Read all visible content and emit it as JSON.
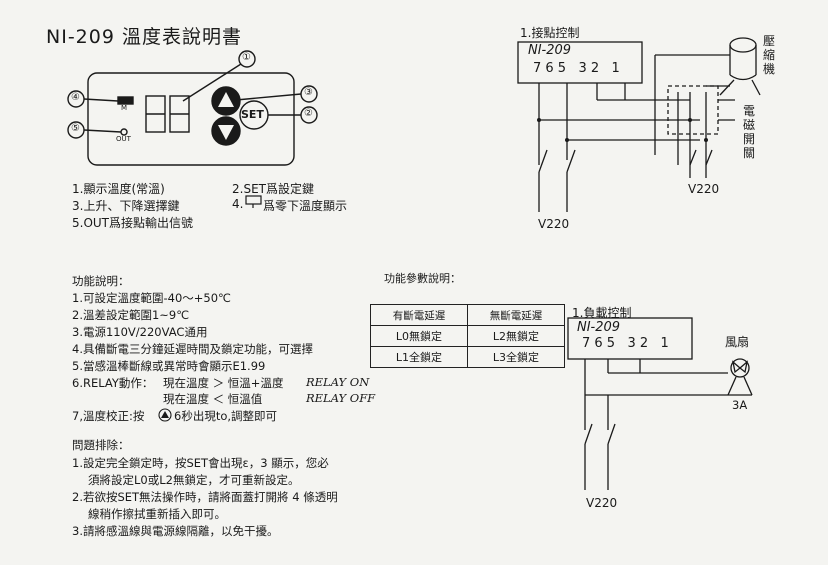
{
  "doc_title": "NI-209 溫度表說明書",
  "panel": {
    "display_digits": "88",
    "m_label": "M",
    "out_label": "OUT",
    "set_label": "SET",
    "callouts": [
      "①",
      "②",
      "③",
      "④",
      "⑤"
    ]
  },
  "legend": {
    "item1": "1.顯示溫度(常溫)",
    "item2": "2.SET爲設定鍵",
    "item3": "3.上升、下降選擇鍵",
    "item4_prefix": "4.",
    "item4_suffix": "爲零下溫度顯示",
    "item5": "5.OUT爲接點輸出信號"
  },
  "contact_diagram": {
    "title": "1.接點控制",
    "model": "NI-209",
    "terminals": "7 6 5   3 2   1",
    "compressor_label": "壓縮機",
    "relay_label": "電磁開關",
    "supply_right": "V220",
    "supply_left": "V220"
  },
  "function": {
    "heading": "功能說明：",
    "items": [
      "1.可設定溫度範圍-40～+50℃",
      "2.溫差設定範圍1~9℃",
      "3.電源110V/220VAC通用",
      "4.具備斷電三分鐘延遲時間及鎖定功能，可選擇",
      "5.當感溫棒斷線或異常時會顯示E1.99"
    ],
    "relay_prefix": "6.RELAY動作：",
    "relay_on_condition": "現在溫度 ＞ 恒溫+溫度",
    "relay_on_state": "RELAY ON",
    "relay_off_condition": "現在溫度 ＜ 恒溫值",
    "relay_off_state": "RELAY OFF",
    "item7_prefix": "7,溫度校正:按",
    "item7_suffix": "6秒出現to,調整即可"
  },
  "troubleshoot": {
    "heading": "問題排除：",
    "lines": [
      "1.設定完全鎖定時，按SET會出現ε，3 顯示，您必",
      "須將設定L0或L2無鎖定，才可重新設定。",
      "2.若欲按SET無法操作時，請將面蓋打開將 4 條透明",
      "線稍作擦拭重新插入即可。",
      "3.請將感溫線與電源線隔離，以免干擾。"
    ]
  },
  "params": {
    "heading": "功能參數說明：",
    "headers": [
      "有斷電延遲",
      "無斷電延遲"
    ],
    "rows": [
      [
        "L0無鎖定",
        "L2無鎖定"
      ],
      [
        "L1全鎖定",
        "L3全鎖定"
      ]
    ]
  },
  "load_diagram": {
    "title": "1.負載控制",
    "model": "NI-209",
    "terminals": "7 6 5   3 2   1",
    "fan_label": "風扇",
    "current_label": "3A",
    "supply": "V220"
  }
}
